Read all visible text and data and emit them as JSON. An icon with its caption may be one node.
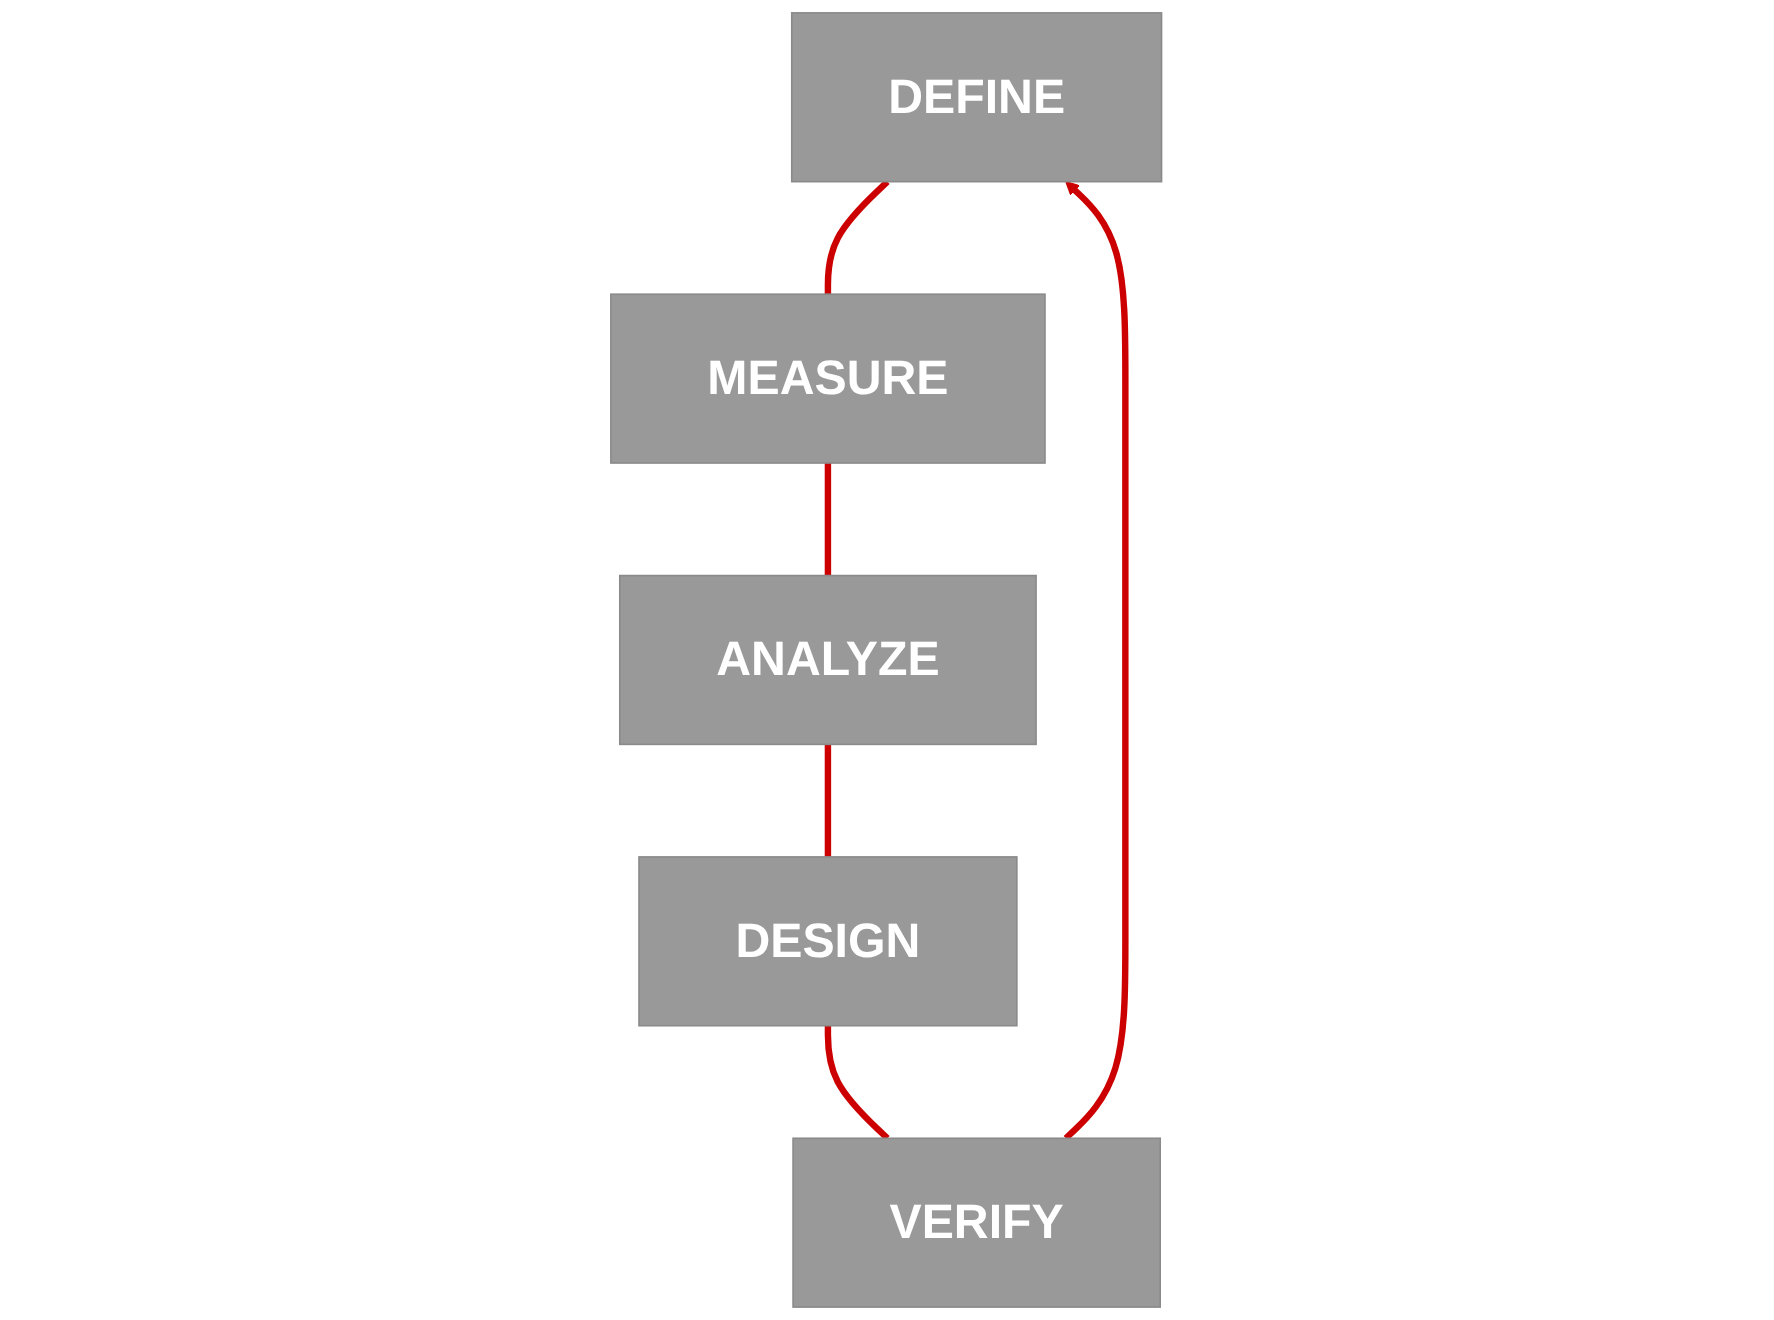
{
  "diagram": {
    "nodes": [
      {
        "text": [
          "DEFINE"
        ]
      },
      {
        "text": [
          "MEASURE"
        ]
      },
      {
        "text": [
          "ANALYZE"
        ]
      },
      {
        "text": [
          "DESIGN"
        ]
      },
      {
        "text": [
          "VERIFY"
        ]
      }
    ],
    "edges": [
      {
        "from": 0,
        "to": 1,
        "arrow": "none"
      },
      {
        "from": 1,
        "to": 2,
        "arrow": "none"
      },
      {
        "from": 2,
        "to": 3,
        "arrow": "none"
      },
      {
        "from": 3,
        "to": 4,
        "arrow": "none"
      },
      {
        "from": 4,
        "to": 0,
        "arrow": "to"
      }
    ]
  }
}
